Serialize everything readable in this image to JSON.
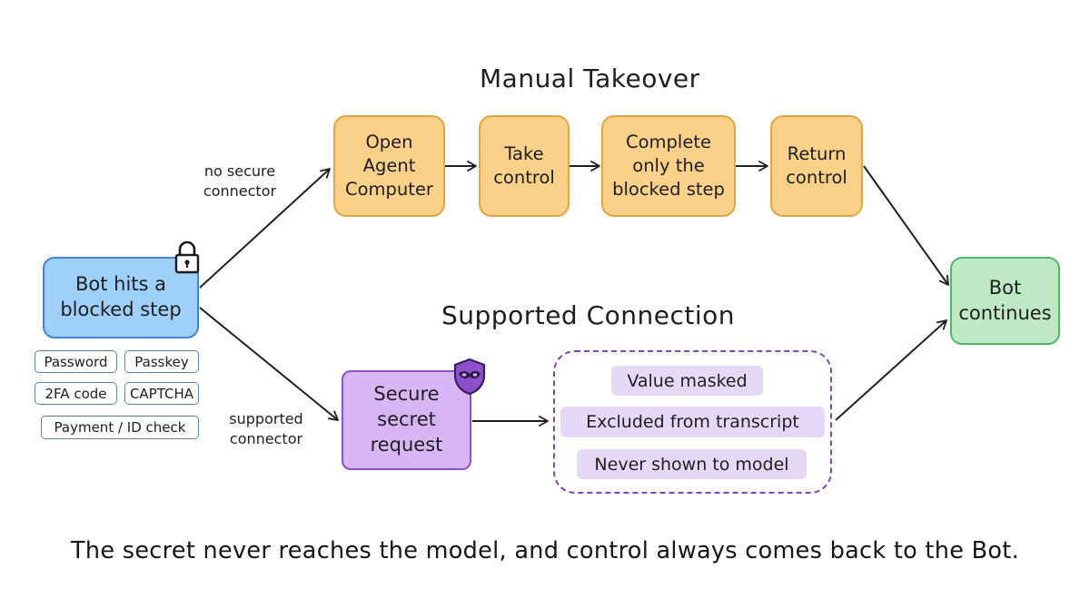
{
  "titles": {
    "manual": "Manual Takeover",
    "supported": "Supported Connection"
  },
  "start": {
    "label": "Bot hits a\nblocked step",
    "icon": "padlock-icon"
  },
  "blocked_types": [
    "Password",
    "Passkey",
    "2FA code",
    "CAPTCHA",
    "Payment / ID check"
  ],
  "edge_labels": {
    "no_secure": "no secure\nconnector",
    "supported": "supported\nconnector"
  },
  "manual_steps": [
    "Open\nAgent\nComputer",
    "Take\ncontrol",
    "Complete\nonly the\nblocked step",
    "Return\ncontrol"
  ],
  "secure_request": {
    "label": "Secure\nsecret\nrequest",
    "icon": "masked-shield-icon"
  },
  "protections": [
    "Value masked",
    "Excluded from transcript",
    "Never shown to model"
  ],
  "end": {
    "label": "Bot\ncontinues"
  },
  "footer": "The secret never reaches the model, and control always comes back to the Bot.",
  "colors": {
    "manual_fill": "#fbd18a",
    "manual_border": "#e3a543",
    "start_fill": "#9fd0fb",
    "start_border": "#3f85d6",
    "secure_fill": "#d8b5f4",
    "secure_border": "#8e4fcc",
    "end_fill": "#bfe9c5",
    "end_border": "#53b569",
    "protection_fill": "#e6d8f7"
  }
}
